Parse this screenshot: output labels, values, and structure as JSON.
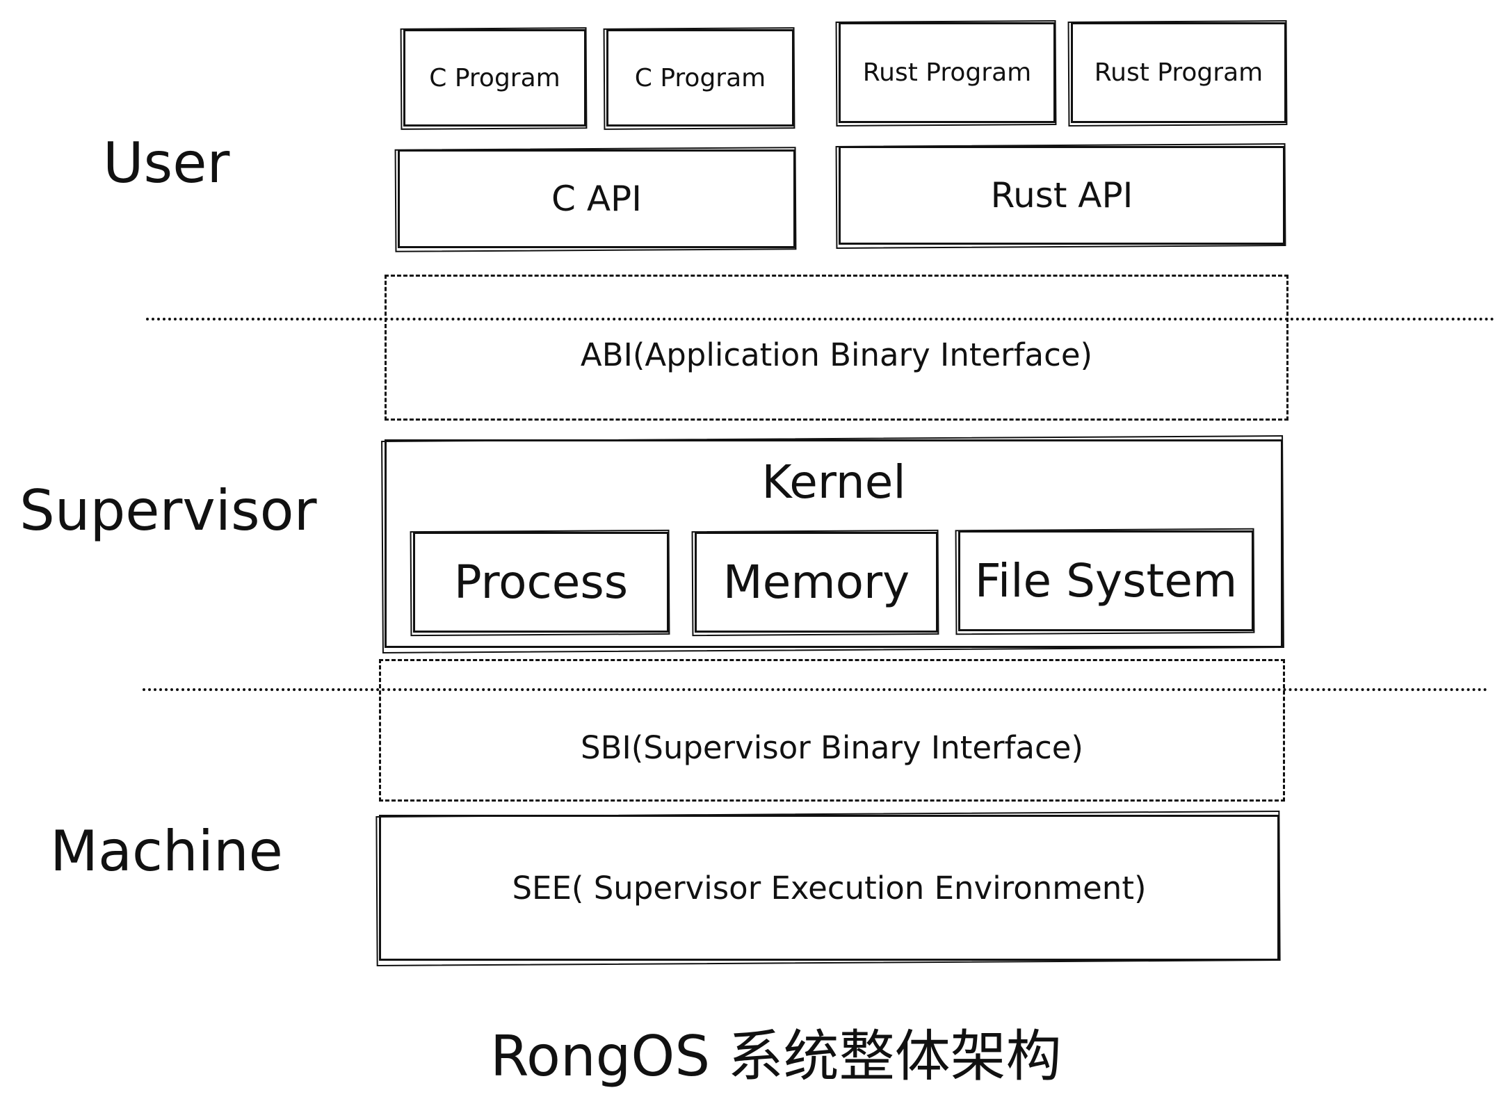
{
  "layers": {
    "user": "User",
    "supervisor": "Supervisor",
    "machine": "Machine"
  },
  "user_space": {
    "c_programs": [
      "C Program",
      "C Program"
    ],
    "rust_programs": [
      "Rust Program",
      "Rust Program"
    ],
    "c_api": "C API",
    "rust_api": "Rust API"
  },
  "abi": "ABI(Application Binary Interface)",
  "kernel": {
    "title": "Kernel",
    "modules": [
      "Process",
      "Memory",
      "File System"
    ]
  },
  "sbi": "SBI(Supervisor Binary Interface)",
  "see": "SEE( Supervisor Execution Environment)",
  "caption": "RongOS 系统整体架构"
}
